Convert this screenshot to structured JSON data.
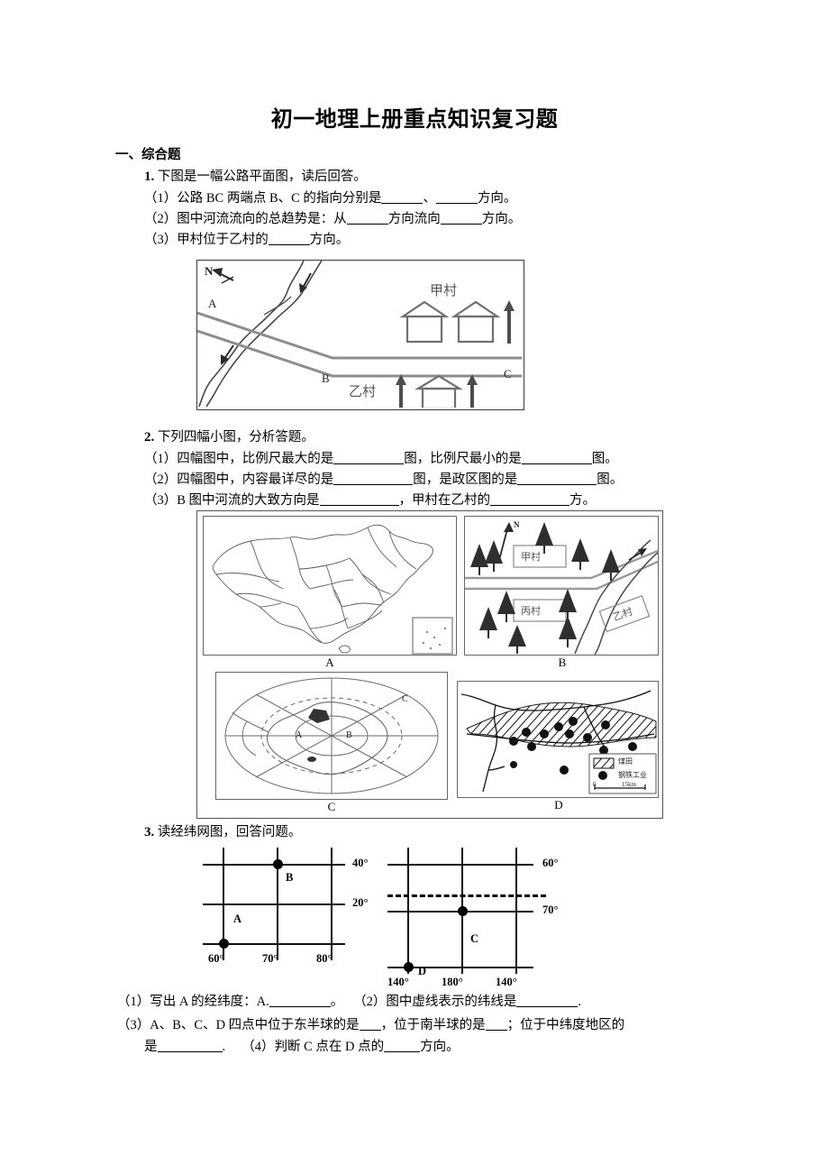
{
  "document": {
    "title": "初一地理上册重点知识复习题",
    "section_heading": "一、综合题"
  },
  "q1": {
    "number": "1.",
    "stem": "下图是一幅公路平面图，读后回答。",
    "items": [
      {
        "label": "（1）",
        "part_a": "公路 BC 两端点 B、C 的指向分别是",
        "part_b": "、",
        "part_c": "方向。"
      },
      {
        "label": "（2）",
        "part_a": "图中河流流向的总趋势是：从",
        "part_b": "方向流向",
        "part_c": "方向。"
      },
      {
        "label": "（3）",
        "part_a": "甲村位于乙村的",
        "part_b": "方向。"
      }
    ],
    "figure": {
      "north_label": "N",
      "point_a": "A",
      "point_b": "B",
      "point_c": "C",
      "village_upper": "甲村",
      "village_lower": "乙村"
    }
  },
  "q2": {
    "number": "2.",
    "stem": "下列四幅小图，分析答题。",
    "items": [
      {
        "label": "（1）",
        "part_a": "四幅图中，比例尺最大的是",
        "part_b": "图，比例尺最小的是",
        "part_c": "图。"
      },
      {
        "label": "（2）",
        "part_a": "四幅图中，内容最详尽的是",
        "part_b": "图，是政区图的是",
        "part_c": "图。"
      },
      {
        "label": "（3）",
        "part_a": "B 图中河流的大致方向是",
        "part_b": "，甲村在乙村的",
        "part_c": "方。"
      }
    ],
    "panels": {
      "a": {
        "caption": "A",
        "description": "中国政区图"
      },
      "b": {
        "caption": "B",
        "north_label": "N",
        "villages": [
          "甲村",
          "丙村",
          "乙村"
        ]
      },
      "c": {
        "caption": "C",
        "points": [
          "A",
          "B",
          "C"
        ]
      },
      "d": {
        "caption": "D",
        "legend": [
          {
            "symbol": "hatch",
            "text": "煤田"
          },
          {
            "symbol": "dot",
            "text": "钢铁工业"
          }
        ],
        "scale": {
          "zero": "0",
          "value": "15km"
        }
      }
    }
  },
  "q3": {
    "number": "3.",
    "stem": "读经纬网图，回答问题。",
    "grid_left": {
      "lat_labels": [
        "40°",
        "20°"
      ],
      "lon_labels": [
        "60°",
        "70°",
        "80°"
      ],
      "points": [
        "B",
        "A"
      ]
    },
    "grid_right": {
      "lat_labels": [
        "60°",
        "70°"
      ],
      "lon_labels": [
        "140°",
        "180°",
        "140°"
      ],
      "points": [
        "C",
        "D"
      ]
    },
    "items": [
      {
        "label": "（1）",
        "part_a": "写出 A 的经纬度：A.",
        "part_b": "。"
      },
      {
        "label": "（2）",
        "part_a": "图中虚线表示的纬线是",
        "part_b": "."
      },
      {
        "label": "（3）",
        "part_a": "A、B、C、D 四点中位于东半球的是",
        "part_b": "，位于南半球的是",
        "part_c": "；位于中纬度地区的",
        "part_d": "是",
        "part_e": "."
      },
      {
        "label": "（4）",
        "part_a": "判断 C 点在 D 点的",
        "part_b": "方向。"
      }
    ]
  }
}
